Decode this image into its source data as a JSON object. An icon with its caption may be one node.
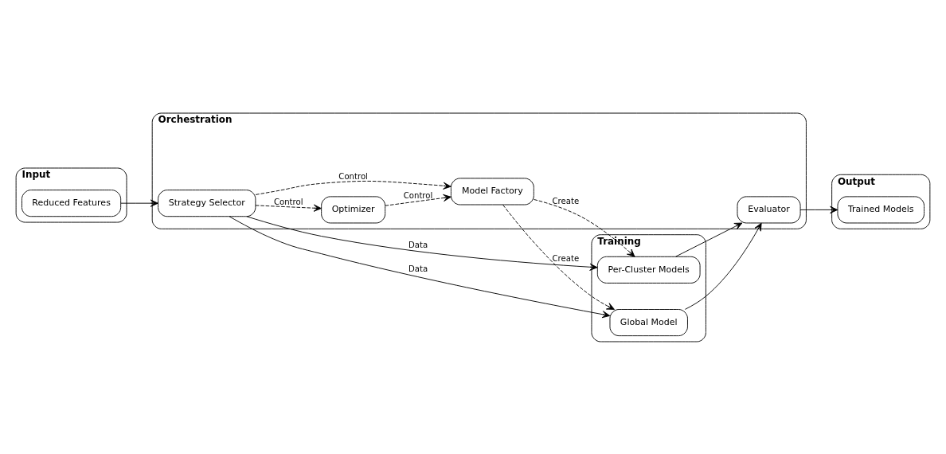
{
  "diagram": {
    "nodes": [
      {
        "text": [
          "Input"
        ]
      },
      {
        "text": [
          "Reduced Features"
        ],
        "in": 0
      },
      {
        "text": [
          "Orchestration"
        ]
      },
      {
        "text": [
          "Strategy Selector"
        ],
        "in": 2
      },
      {
        "text": [
          "Evaluator"
        ],
        "in": 2
      },
      {
        "text": [
          "Optimizer"
        ],
        "in": 2
      },
      {
        "text": [
          "Model Factory"
        ],
        "in": 2
      },
      {
        "text": [
          "Training"
        ]
      },
      {
        "text": [
          "Per-Cluster Models"
        ],
        "in": 7
      },
      {
        "text": [
          "Global Model"
        ],
        "in": 7
      },
      {
        "text": [
          "Output"
        ]
      },
      {
        "text": [
          "Trained Models"
        ],
        "in": 10
      }
    ],
    "edges": [
      {
        "from": 1,
        "to": 3,
        "arrow": "to"
      },
      {
        "from": 3,
        "to": 5,
        "arrow": "to",
        "label": "Control",
        "style": "dashed"
      },
      {
        "from": 3,
        "to": 9,
        "arrow": "to",
        "label": "Data"
      },
      {
        "from": 3,
        "to": 6,
        "arrow": "to",
        "label": "Control",
        "style": "dashed"
      },
      {
        "from": 3,
        "to": 8,
        "arrow": "to",
        "label": "Data"
      },
      {
        "from": 5,
        "to": 6,
        "arrow": "to",
        "label": "Control",
        "style": "dashed"
      },
      {
        "from": 6,
        "to": 8,
        "arrow": "to",
        "label": "Create",
        "style": "dashed"
      },
      {
        "from": 6,
        "to": 9,
        "arrow": "to",
        "label": "Create",
        "style": "dashed"
      },
      {
        "from": 8,
        "to": 4,
        "arrow": "to"
      },
      {
        "from": 9,
        "to": 4,
        "arrow": "to"
      },
      {
        "from": 4,
        "to": 11,
        "arrow": "to"
      }
    ]
  }
}
